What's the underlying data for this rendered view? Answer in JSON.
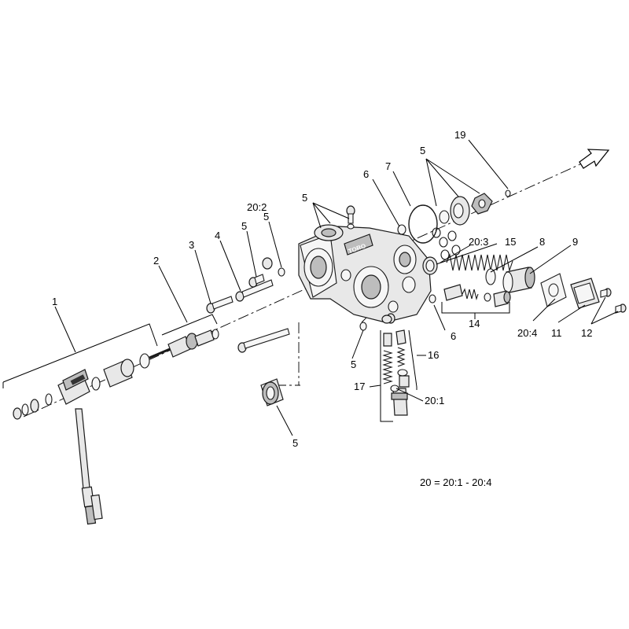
{
  "callouts": {
    "c1": "1",
    "c2": "2",
    "c3": "3",
    "c4": "4",
    "c5_a": "5",
    "c5_b": "5",
    "c5_c": "5",
    "c5_d": "5",
    "c5_e": "5",
    "c5_f": "5",
    "c6_a": "6",
    "c6_b": "6",
    "c7": "7",
    "c8": "8",
    "c9": "9",
    "c11": "11",
    "c12": "12",
    "c14": "14",
    "c15": "15",
    "c16": "16",
    "c17": "17",
    "c19": "19",
    "c20_1": "20:1",
    "c20_2": "20:2",
    "c20_3": "20:3",
    "c20_4": "20:4"
  },
  "brand_mark": "TORO",
  "legend_note": "20 = 20:1 - 20:4"
}
